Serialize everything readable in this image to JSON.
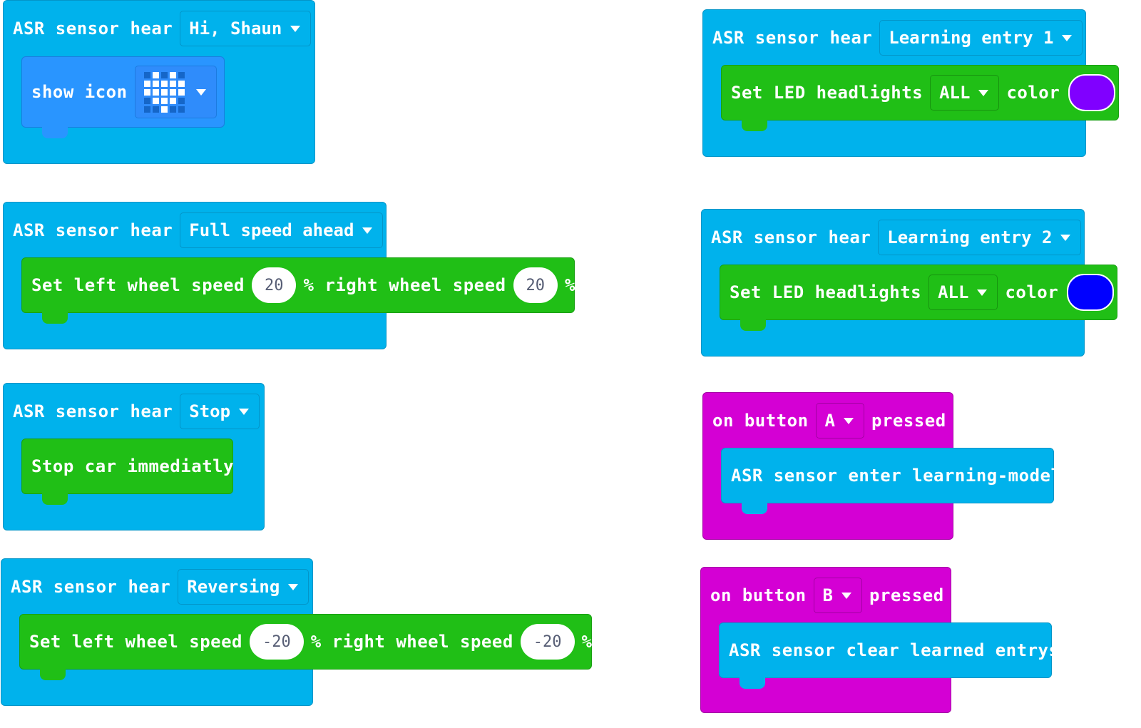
{
  "colors": {
    "sensor_hat": "#00b2ec",
    "button_hat": "#d400d4",
    "action_green": "#20bf16",
    "basic_blue": "#2995ff",
    "headlight_purple": "#8000ff",
    "headlight_blue": "#0000ff"
  },
  "blocks": [
    {
      "hat": {
        "label": "ASR sensor hear",
        "option": "Hi, Shaun"
      },
      "body": {
        "text": "show icon",
        "icon": "heart-icon"
      }
    },
    {
      "hat": {
        "label": "ASR sensor hear",
        "option": "Full speed ahead"
      },
      "body": {
        "text1": "Set left wheel speed",
        "val1": "20",
        "text2": "% right wheel speed",
        "val2": "20",
        "text3": "%"
      }
    },
    {
      "hat": {
        "label": "ASR sensor hear",
        "option": "Stop"
      },
      "body": {
        "text": "Stop car immediatly"
      }
    },
    {
      "hat": {
        "label": "ASR sensor hear",
        "option": "Reversing"
      },
      "body": {
        "text1": "Set left wheel speed",
        "val1": "-20",
        "text2": "% right wheel speed",
        "val2": "-20",
        "text3": "%"
      }
    },
    {
      "hat": {
        "label": "ASR sensor hear",
        "option": "Learning entry 1"
      },
      "body": {
        "text1": "Set LED headlights",
        "option": "ALL",
        "text2": "color",
        "color": "#8000ff"
      }
    },
    {
      "hat": {
        "label": "ASR sensor hear",
        "option": "Learning entry 2"
      },
      "body": {
        "text1": "Set LED headlights",
        "option": "ALL",
        "text2": "color",
        "color": "#0000ff"
      }
    },
    {
      "hat": {
        "label1": "on button",
        "option": "A",
        "label2": "pressed"
      },
      "body": {
        "text": "ASR sensor enter learning-model"
      }
    },
    {
      "hat": {
        "label1": "on button",
        "option": "B",
        "label2": "pressed"
      },
      "body": {
        "text": "ASR sensor clear learned entrys"
      }
    }
  ]
}
